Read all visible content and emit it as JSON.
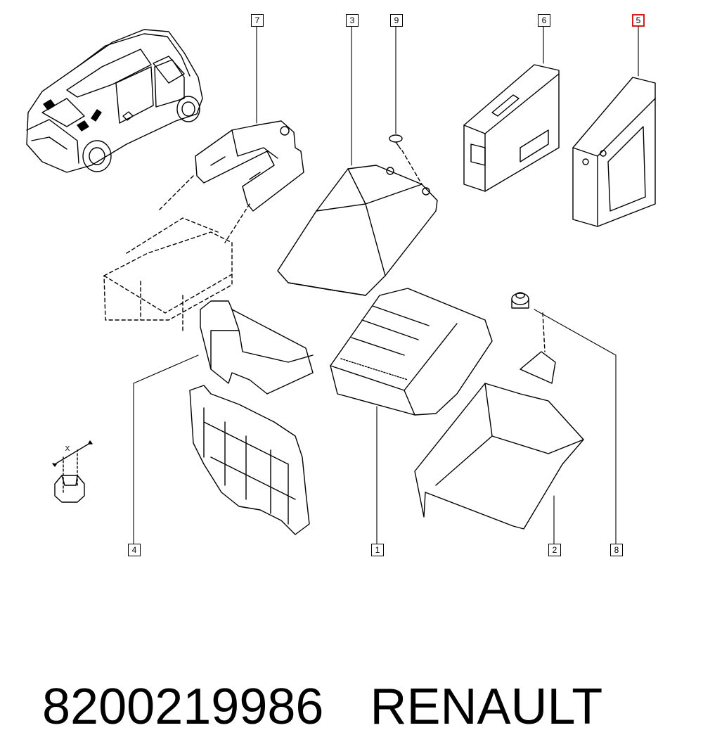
{
  "callouts": {
    "c1": "1",
    "c2": "2",
    "c3": "3",
    "c4": "4",
    "c5": "5",
    "c6": "6",
    "c7": "7",
    "c8": "8",
    "c9": "9"
  },
  "highlighted_callout": "5",
  "highlight_color": "#d71a1a",
  "detail_label": "X",
  "caption": {
    "part_number": "8200219986",
    "brand": "RENAULT"
  }
}
